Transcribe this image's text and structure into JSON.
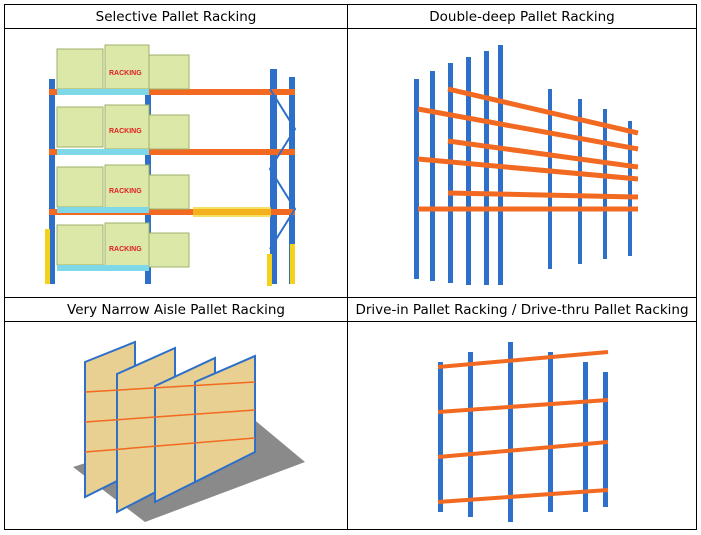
{
  "cells": [
    {
      "title": "Selective Pallet Racking",
      "box_label": "RACKING"
    },
    {
      "title": "Double-deep Pallet Racking"
    },
    {
      "title": "Very Narrow Aisle Pallet Racking"
    },
    {
      "title": "Drive-in Pallet Racking / Drive-thru Pallet Racking"
    }
  ],
  "colors": {
    "upright": "#2d6fc9",
    "beam": "#f26a21",
    "box": "#dbe8a8",
    "carton": "#e8cf92",
    "guard": "#f4d21c"
  }
}
